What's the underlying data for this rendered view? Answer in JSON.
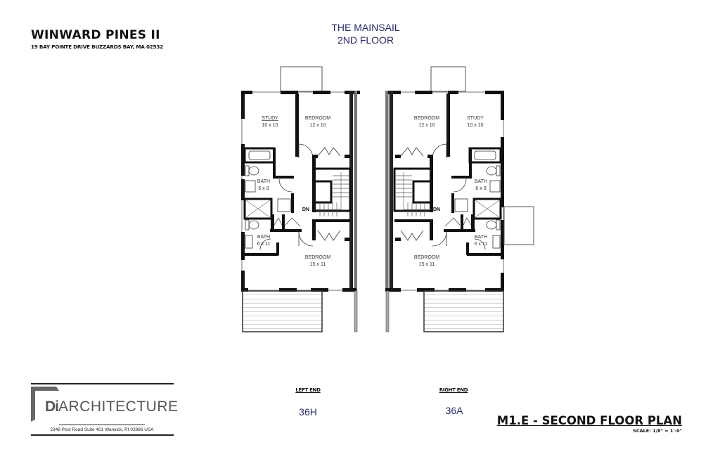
{
  "project": {
    "name": "WINWARD PINES II",
    "address": "19 BAY POINTE DRIVE BUZZARDS BAY, MA 02532"
  },
  "plan": {
    "model": "THE MAINSAIL",
    "floor": "2ND FLOOR"
  },
  "units": {
    "left": {
      "end_label": "LEFT END",
      "unit": "36H"
    },
    "right": {
      "end_label": "RIGHT END",
      "unit": "36A"
    }
  },
  "rooms": {
    "left": {
      "study": {
        "name": "STUDY",
        "size": "10 x 10"
      },
      "bedroom_front": {
        "name": "BEDROOM",
        "size": "12 x 10"
      },
      "bath1": {
        "name": "BATH",
        "size": "6 x 9"
      },
      "bath2": {
        "name": "BATH",
        "size": "6 x 11"
      },
      "bedroom_rear": {
        "name": "BEDROOM",
        "size": "15 x 11"
      },
      "stair": "DN"
    },
    "right": {
      "bedroom_front": {
        "name": "BEDROOM",
        "size": "12 x 10"
      },
      "study": {
        "name": "STUDY",
        "size": "10 x 10"
      },
      "bath1": {
        "name": "BATH",
        "size": "6 x 9"
      },
      "bath2": {
        "name": "BATH",
        "size": "6 x 11"
      },
      "bedroom_rear": {
        "name": "BEDROOM",
        "size": "15 x 11"
      },
      "stair": "DN"
    }
  },
  "architect": {
    "logo_mark": "Di",
    "logo_word": "ARCHITECTURE",
    "address": "2348 Post Road Suite 401 Warwick, RI 02886 USA"
  },
  "sheet": {
    "title": "M1.E  -  SECOND FLOOR PLAN",
    "scale": "SCALE: 1/8\" = 1'-0\""
  },
  "colors": {
    "title_blue": "#2a2a6a",
    "wall": "#111111",
    "logo_gray": "#555555"
  }
}
